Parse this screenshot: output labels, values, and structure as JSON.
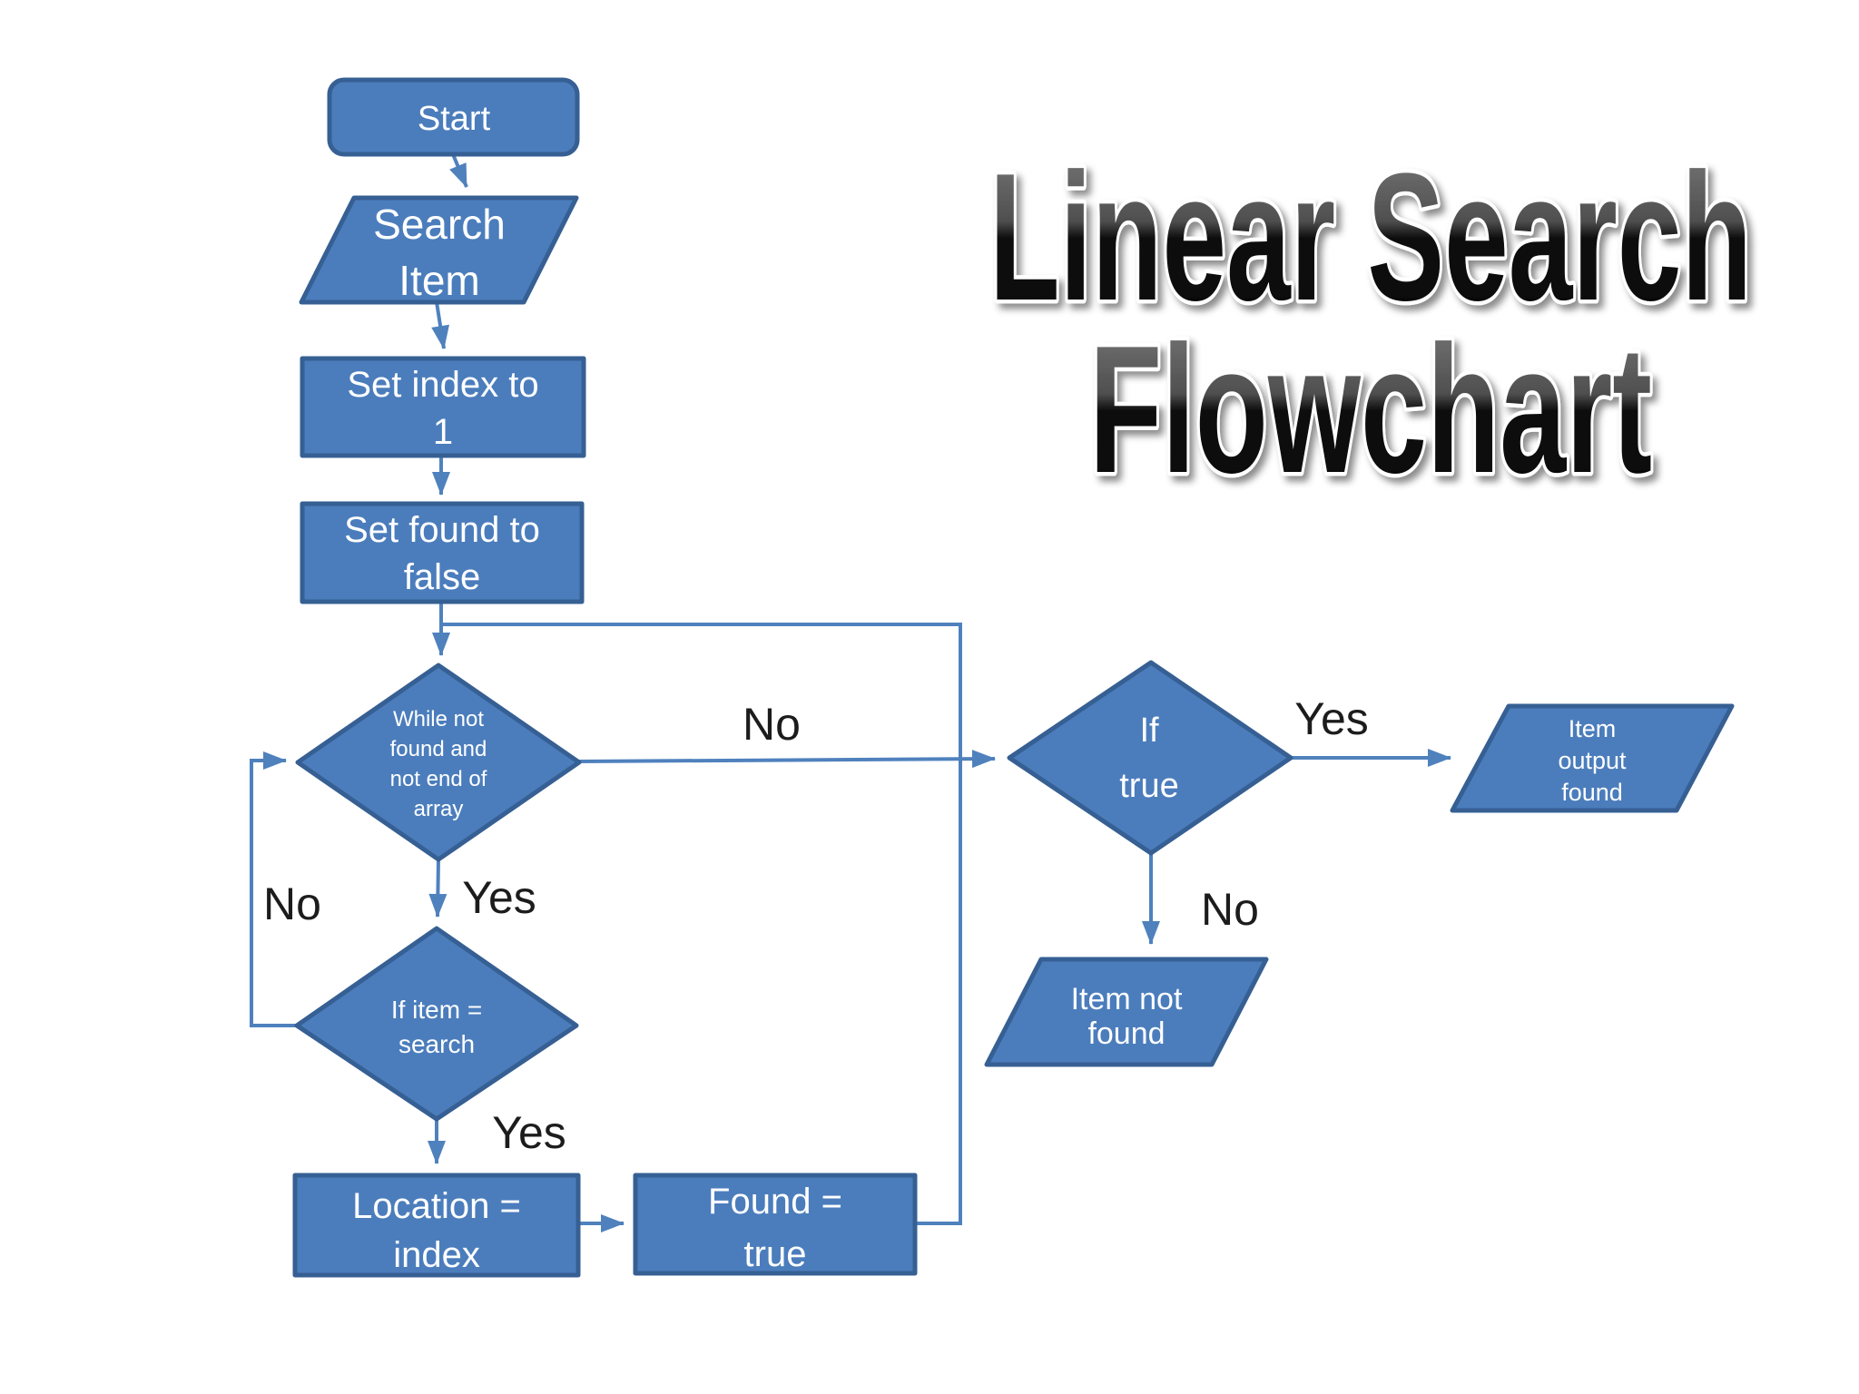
{
  "title": {
    "line1": "Linear Search",
    "line2": "Flowchart"
  },
  "nodes": {
    "start": {
      "label": "Start"
    },
    "search_item": {
      "lines": [
        "Search",
        "Item"
      ]
    },
    "set_index": {
      "lines": [
        "Set index to",
        "1"
      ]
    },
    "set_found": {
      "lines": [
        "Set found to",
        "false"
      ]
    },
    "while_loop": {
      "lines": [
        "While not",
        "found and",
        "not end of",
        "array"
      ]
    },
    "if_item": {
      "lines": [
        "If item =",
        "search"
      ]
    },
    "location": {
      "lines": [
        "Location =",
        "index"
      ]
    },
    "found_true": {
      "lines": [
        "Found =",
        "true"
      ]
    },
    "if_true": {
      "lines": [
        "If",
        "true"
      ]
    },
    "item_output": {
      "lines": [
        "Item",
        "output",
        "found"
      ]
    },
    "item_not_found": {
      "lines": [
        "Item not",
        "found"
      ]
    }
  },
  "edge_labels": {
    "while_no": "No",
    "while_yes": "Yes",
    "if_item_no": "No",
    "if_item_yes": "Yes",
    "if_true_yes": "Yes",
    "if_true_no": "No"
  },
  "colors": {
    "background": "#ffffff",
    "shape_fill": "#4b7dbc",
    "shape_border": "#365f93",
    "connector": "#4f81bd",
    "node_text": "#ffffff",
    "label_text": "#1c1c1c",
    "title_top": "#7d7d7d",
    "title_mid": "#4f4f4f",
    "title_dark": "#111111",
    "title_bottom": "#000000",
    "title_outline": "#ffffff"
  }
}
